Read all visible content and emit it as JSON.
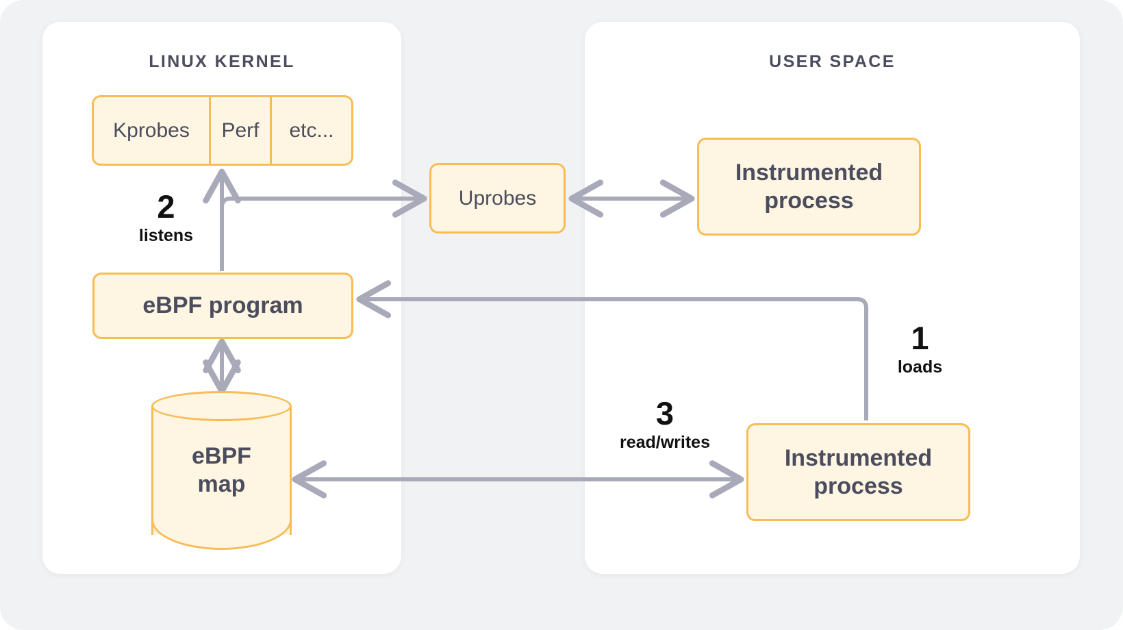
{
  "panels": {
    "kernel": {
      "title": "LINUX KERNEL"
    },
    "user": {
      "title": "USER SPACE"
    }
  },
  "nodes": {
    "probes": {
      "cells": [
        {
          "label": "Kprobes"
        },
        {
          "label": "Perf"
        },
        {
          "label": "etc..."
        }
      ]
    },
    "ebpf_program": {
      "label": "eBPF program"
    },
    "ebpf_map": {
      "line1": "eBPF",
      "line2": "map"
    },
    "uprobes": {
      "label": "Uprobes"
    },
    "process_top": {
      "line1": "Instrumented",
      "line2": "process"
    },
    "process_bottom": {
      "line1": "Instrumented",
      "line2": "process"
    }
  },
  "steps": [
    {
      "number": "1",
      "text": "loads"
    },
    {
      "number": "2",
      "text": "listens"
    },
    {
      "number": "3",
      "text": "read/writes"
    }
  ],
  "colors": {
    "canvas_background": "#f1f2f4",
    "panel_background": "#ffffff",
    "node_fill": "#fef6e2",
    "node_border": "#f7bc55",
    "node_text": "#4b4c5e",
    "arrow": "#a9aab9",
    "step_text": "#111111"
  }
}
